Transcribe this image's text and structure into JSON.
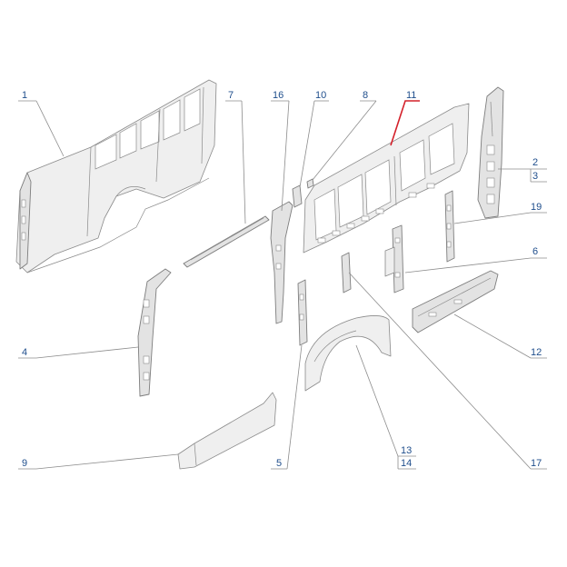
{
  "diagram": {
    "highlight_color": "#d4202a",
    "label_color": "#1f4e8c",
    "line_color": "#8c8c8c",
    "callouts": [
      {
        "id": "1",
        "label": "1"
      },
      {
        "id": "2",
        "label": "2"
      },
      {
        "id": "3",
        "label": "3"
      },
      {
        "id": "4",
        "label": "4"
      },
      {
        "id": "5",
        "label": "5"
      },
      {
        "id": "6",
        "label": "6"
      },
      {
        "id": "7",
        "label": "7"
      },
      {
        "id": "8",
        "label": "8"
      },
      {
        "id": "9",
        "label": "9"
      },
      {
        "id": "10",
        "label": "10"
      },
      {
        "id": "11",
        "label": "11"
      },
      {
        "id": "12",
        "label": "12"
      },
      {
        "id": "13",
        "label": "13"
      },
      {
        "id": "14",
        "label": "14"
      },
      {
        "id": "16",
        "label": "16"
      },
      {
        "id": "17",
        "label": "17"
      },
      {
        "id": "19",
        "label": "19"
      }
    ],
    "highlighted_callout": "11"
  }
}
